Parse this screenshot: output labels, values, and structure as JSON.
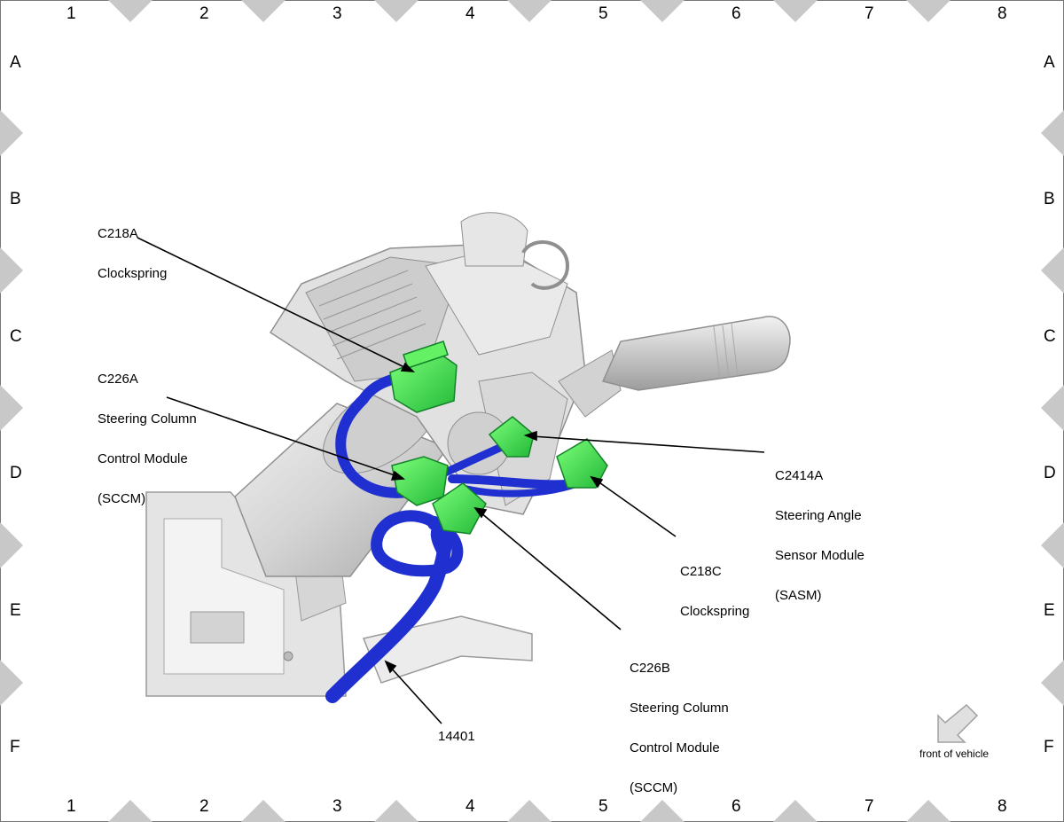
{
  "grid": {
    "columns": [
      "1",
      "2",
      "3",
      "4",
      "5",
      "6",
      "7",
      "8"
    ],
    "rows": [
      "A",
      "B",
      "C",
      "D",
      "E",
      "F"
    ]
  },
  "callouts": {
    "c218a": [
      "C218A",
      "Clockspring"
    ],
    "c226a": [
      "C226A",
      "Steering Column",
      "Control Module",
      "(SCCM)"
    ],
    "c2414a": [
      "C2414A",
      "Steering Angle",
      "Sensor Module",
      "(SASM)"
    ],
    "c218c": [
      "C218C",
      "Clockspring"
    ],
    "c226b": [
      "C226B",
      "Steering Column",
      "Control Module",
      "(SCCM)"
    ],
    "harness": "14401"
  },
  "orientation": {
    "label": "front of vehicle",
    "icon": "arrow-down-left-icon"
  },
  "colors": {
    "connector": "#39e34a",
    "harness": "#1f2fd0",
    "part": "#d9d9d9",
    "border_marker": "#c8c8c8"
  }
}
